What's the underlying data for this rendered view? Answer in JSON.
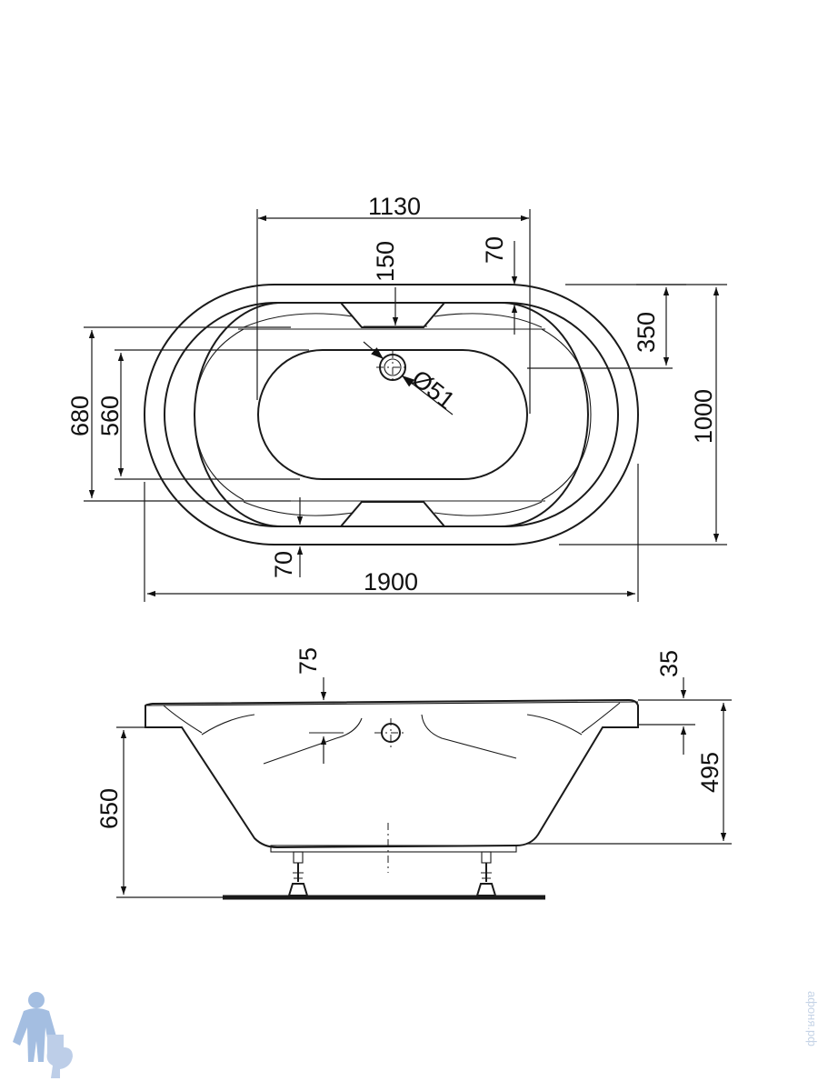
{
  "drawing": {
    "top_view": {
      "dim_length_inner": "1130",
      "dim_drain_offset": "150",
      "dim_rim_top": "70",
      "dim_armrest": "350",
      "dim_width_total": "1000",
      "dim_width_680": "680",
      "dim_width_560": "560",
      "dim_drain_diameter": "Ø51",
      "dim_rim_bottom": "70",
      "dim_length_total": "1900"
    },
    "side_view": {
      "dim_75": "75",
      "dim_35": "35",
      "dim_495": "495",
      "dim_650": "650"
    }
  },
  "watermark": {
    "text": "афоня.рф",
    "accent_color": "#9bb7de"
  }
}
